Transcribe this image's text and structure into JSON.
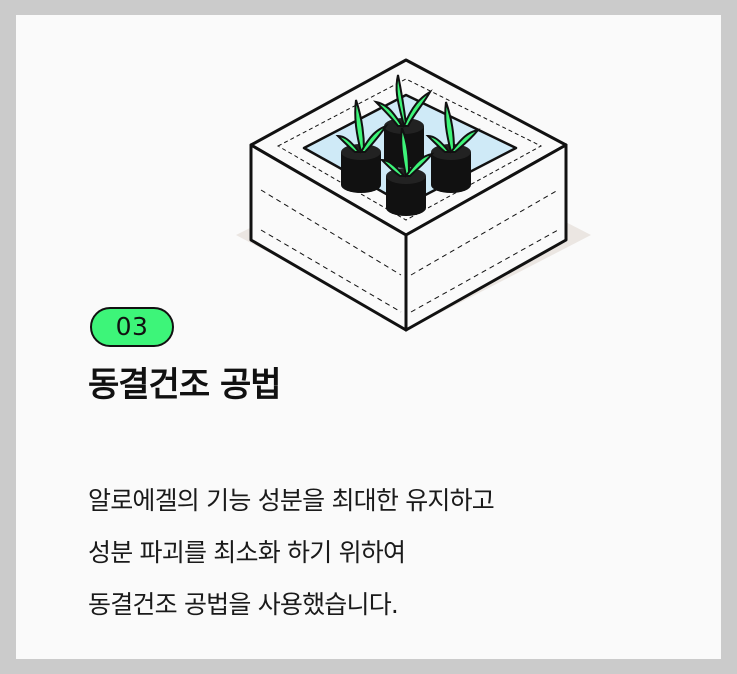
{
  "step_badge": "03",
  "title": "동결건조 공법",
  "description_lines": [
    "알로에겔의 기능 성분을 최대한 유지하고",
    "성분 파괴를 최소화 하기 위하여",
    "동결건조 공법을 사용했습니다."
  ],
  "illustration": {
    "icon": "freeze-dry-chamber-with-aloe-plants-icon",
    "colors": {
      "accent_green": "#3df579",
      "glass_blue": "#cfeaf7",
      "outline": "#111111",
      "shadow": "#ebe6e2"
    }
  },
  "colors": {
    "background": "#cbcbcb",
    "card": "#fafafa",
    "badge": "#3df579",
    "text": "#111111"
  }
}
